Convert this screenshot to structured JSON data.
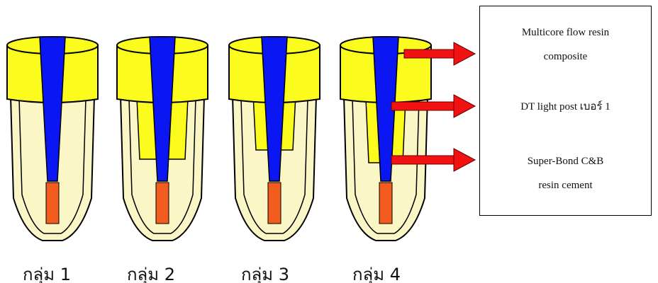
{
  "legend": [
    {
      "lines": [
        "Multicore flow resin",
        "composite"
      ]
    },
    {
      "lines": [
        "DT light post เบอร์ 1"
      ]
    },
    {
      "lines": [
        "Super-Bond C&B",
        "resin cement"
      ]
    }
  ],
  "groups": [
    {
      "label": "กลุ่ม 1"
    },
    {
      "label": "กลุ่ม 2"
    },
    {
      "label": "กลุ่ม 3"
    },
    {
      "label": "กลุ่ม 4"
    }
  ],
  "colors": {
    "root": "#fbf6c6",
    "composite": "#fbfb1e",
    "post": "#0a17f2",
    "gutta_percha": "#f35c1f",
    "arrow": "#f21212",
    "outline": "#000000"
  }
}
